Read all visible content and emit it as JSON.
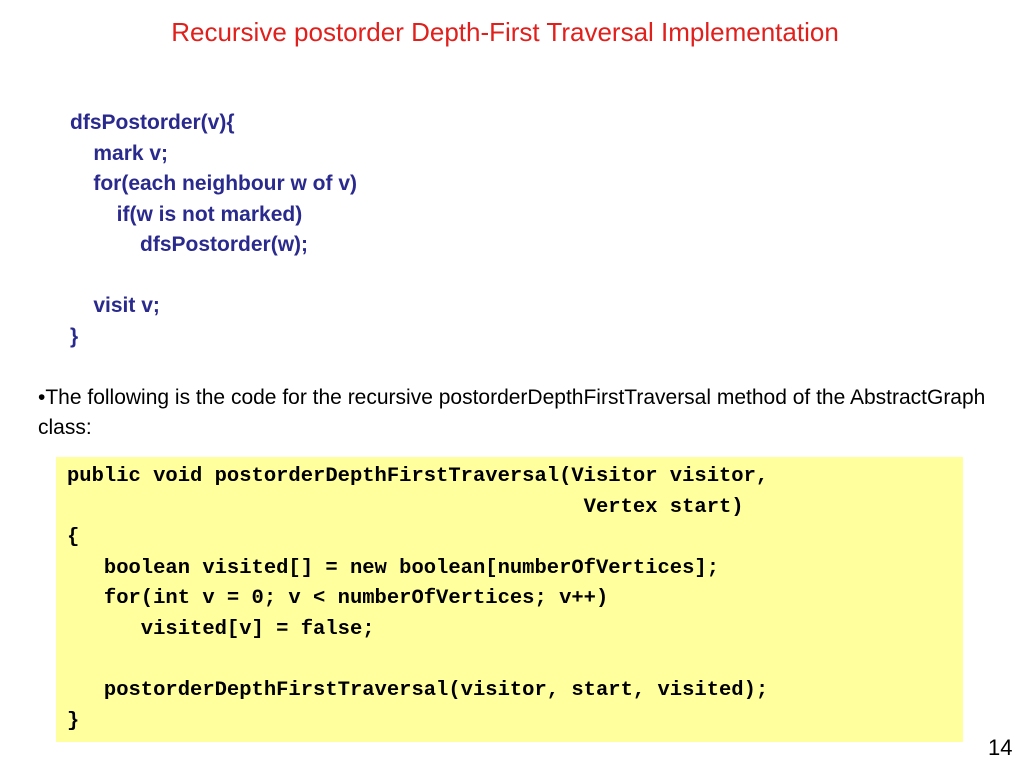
{
  "slide": {
    "title": "Recursive postorder Depth-First Traversal Implementation",
    "pseudocode": [
      "dfsPostorder(v){",
      "    mark v;",
      "    for(each neighbour w of v)",
      "        if(w is not marked)",
      "            dfsPostorder(w);",
      "",
      "    visit v;",
      "}"
    ],
    "description": "•The following is the code for the recursive postorderDepthFirstTraversal method of the AbstractGraph class:",
    "java_code": [
      "public void postorderDepthFirstTraversal(Visitor visitor,",
      "                                          Vertex start)",
      "{",
      "   boolean visited[] = new boolean[numberOfVertices];",
      "   for(int v = 0; v < numberOfVertices; v++)",
      "      visited[v] = false;",
      "",
      "   postorderDepthFirstTraversal(visitor, start, visited);",
      "}"
    ],
    "page_number": "14"
  },
  "colors": {
    "title": "#e0201c",
    "pseudocode": "#2a2a8e",
    "code_background": "#ffff9e"
  }
}
